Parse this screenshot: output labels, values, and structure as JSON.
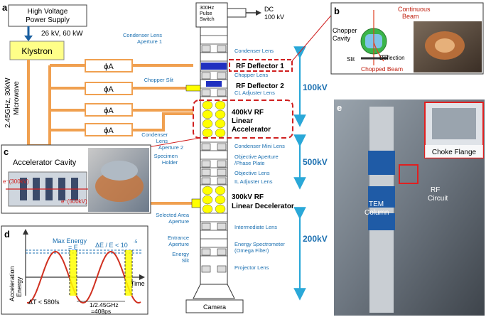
{
  "panels": {
    "a": "a",
    "b": "b",
    "c": "c",
    "d": "d",
    "e": "e"
  },
  "power": {
    "supply_line1": "High Voltage",
    "supply_line2": "Power Supply",
    "rating": "26 kV, 60 kW",
    "klystron": "Klystron",
    "microwave_line1": "2.45GHz, 30kW",
    "microwave_line2": "Microwave",
    "phase_label": "ϕA"
  },
  "column": {
    "pulse_switch_lines": [
      "300Hz",
      "Pulse",
      "Switch"
    ],
    "dc_lines": [
      "DC",
      "100 kV"
    ],
    "left_labels": [
      [
        "Condenser Lens",
        "Aperture 1"
      ],
      [
        "Chopper Slit"
      ],
      [
        "Condenser",
        "Lens",
        "Aperture 2"
      ],
      [
        "Specimen",
        "Holder"
      ],
      [
        "Selected Area",
        "Aperture"
      ],
      [
        "Entrance",
        "Aperture"
      ],
      [
        "Energy",
        "Slit"
      ]
    ],
    "right_labels": [
      [
        "Condenser Lens"
      ],
      [
        "Chopper Lens"
      ],
      [
        "CL Adjuster Lens"
      ],
      [
        "Condenser Mini Lens"
      ],
      [
        "Objective Aperture",
        "/Phase Plate"
      ],
      [
        "Objective Lens"
      ],
      [
        "IL Adjuster Lens"
      ],
      [
        "Intermediate Lens"
      ],
      [
        "Energy Spectrometer",
        "(Omega Filter)"
      ],
      [
        "Projector Lens"
      ]
    ],
    "rf_deflector_1": "RF Deflector 1",
    "rf_deflector_2": "RF Deflector 2",
    "accelerator_lines": [
      "400kV RF",
      "Linear",
      "Accelerator"
    ],
    "decelerator_lines": [
      "300kV RF",
      "Linear Decelerator"
    ],
    "camera": "Camera",
    "energy_100": "100kV",
    "energy_500": "500kV",
    "energy_200": "200kV"
  },
  "panel_b": {
    "continuous_beam_lines": [
      "Continuous",
      "Beam"
    ],
    "chopper_cavity_lines": [
      "Chopper",
      "Cavity"
    ],
    "slit": "Slit",
    "deflection": "Deflection",
    "chopped_beam": "Chopped  Beam"
  },
  "panel_c": {
    "title": "Accelerator Cavity",
    "e_left": "e⁻(300kV)",
    "e_right": "e⁻(500kV)"
  },
  "panel_d": {
    "max_energy": "Max Energy",
    "e_label": "= E",
    "delta_e": "ΔE / E < 10",
    "delta_e_exp": "-5",
    "ylabel_lines": [
      "Acceleration",
      "Energy"
    ],
    "xlabel": "Time",
    "delta_t": "ΔT < 580fs",
    "period_lines": [
      "1/2.45GHz",
      "=408ps"
    ]
  },
  "panel_e": {
    "choke_flange": "Choke Flange",
    "tem_lines": [
      "TEM",
      "Column"
    ],
    "rf_lines": [
      "RF",
      "Circuit"
    ]
  },
  "colors": {
    "orange": "#f0a050",
    "yellow_box": "#ffff88",
    "red": "#d02020",
    "blue_label": "#1a6fb0",
    "cyan_arrow": "#2aa8d8",
    "accelerator_yellow": "#ffff00",
    "deflector_blue": "#2030c0",
    "sine_red": "#d03020"
  }
}
